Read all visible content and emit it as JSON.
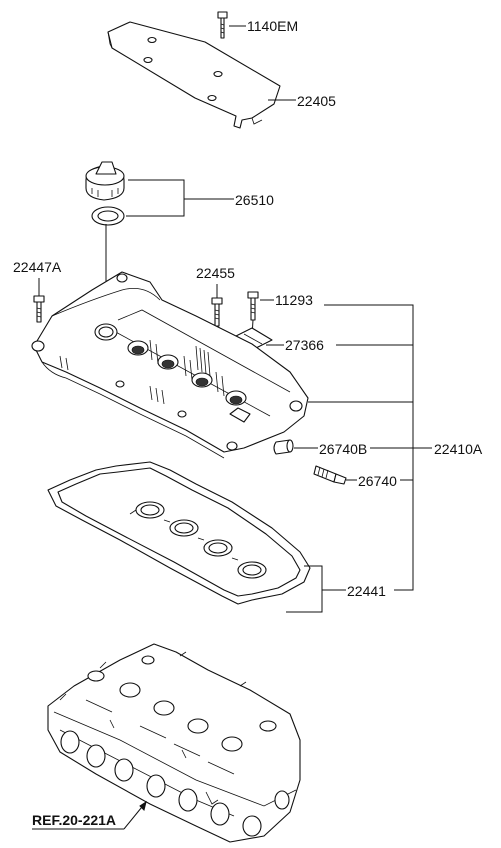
{
  "labels": {
    "bolt_top": "1140EM",
    "engine_cover": "22405",
    "oil_filler_cap": "26510",
    "bolt_left": "22447A",
    "bolt_mid": "22455",
    "bolt_right": "11293",
    "bracket": "27366",
    "pcv_hose": "26740B",
    "pcv_valve": "26740",
    "cover_assy": "22410A",
    "gasket": "22441",
    "ref": "REF.20-221A"
  }
}
